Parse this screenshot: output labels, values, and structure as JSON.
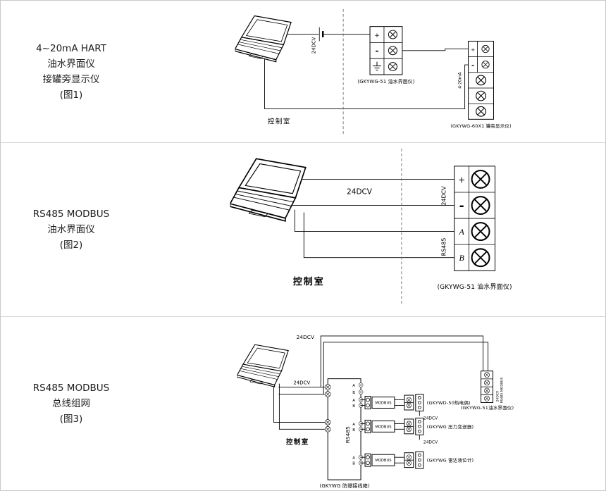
{
  "page": {
    "background": "#ffffff",
    "border_color": "#c9c9c9",
    "line_color": "#000000"
  },
  "figures": [
    {
      "caption_lines": [
        "4~20mA HART",
        "油水界面仪",
        "接罐旁显示仪",
        "(图1)"
      ]
    },
    {
      "caption_lines": [
        "RS485 MODBUS",
        "油水界面仪",
        "(图2)"
      ]
    },
    {
      "caption_lines": [
        "RS485 MODBUS",
        "总线组网",
        "(图3)"
      ]
    }
  ],
  "diagram1": {
    "power_label": "24DCV",
    "interface_block": {
      "plus": "+",
      "minus": "-",
      "caption": "(GKYWG-51 油水界面仪)"
    },
    "signal_label": "4-20mA",
    "display_block": {
      "plus": "+",
      "minus": "-",
      "caption": "(GKYWG-60X1 罐旁显示仪)"
    },
    "control_room_label": "控制室"
  },
  "diagram2": {
    "power_label": "24DCV",
    "power_label_vertical": "24DCV",
    "bus_label_vertical": "RS485",
    "terminals": {
      "plus": "+",
      "minus": "-",
      "a": "A",
      "b": "B"
    },
    "device_caption": "(GKYWG-51 油水界面仪)",
    "control_room_label": "控制室"
  },
  "diagram3": {
    "top_power_label": "24DCV",
    "laptop_power_label": "24DCV",
    "junction_box": {
      "caption": "(GKYWG 防爆接线箱)",
      "bus_label": "RS485",
      "port_a": "A",
      "port_b": "B"
    },
    "branches": [
      {
        "bus_label": "MODBUS",
        "caption": "(GKYWD-50热电偶)",
        "power_label": "24DCV"
      },
      {
        "bus_label": "MODBUS",
        "caption": "(GKYWG 压力变送器)",
        "power_label": "24DCV"
      },
      {
        "bus_label": "MODBUS",
        "caption": "(GKYWG 雷达液位计)",
        "power_label": ""
      }
    ],
    "remote_device": {
      "caption": "(GKYWG-51油水界面仪)",
      "vertical_labels": [
        "24DCV",
        "RS485 MODBUS"
      ]
    },
    "control_room_label": "控制室"
  }
}
